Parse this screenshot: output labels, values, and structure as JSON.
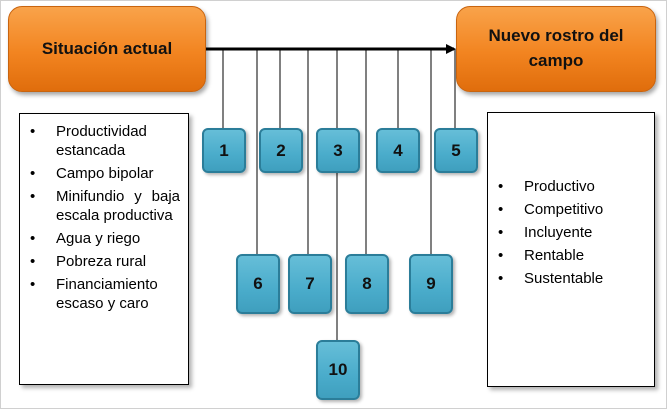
{
  "diagram": {
    "current_state_label": "Situación actual",
    "new_face_label": "Nuevo rostro del campo",
    "current_state_items": [
      "Productividad estancada",
      "Campo bipolar",
      "Minifundio y baja escala productiva",
      "Agua y riego",
      "Pobreza rural",
      "Financiamiento escaso y caro"
    ],
    "new_face_items": [
      "Productivo",
      "Competitivo",
      "Incluyente",
      "Rentable",
      "Sustentable"
    ],
    "steps": [
      "1",
      "2",
      "3",
      "4",
      "5",
      "6",
      "7",
      "8",
      "9",
      "10"
    ]
  },
  "colors": {
    "pill_orange": "#f28420",
    "step_blue": "#4aaccb",
    "step_border": "#2b7d99",
    "line": "#000000"
  }
}
